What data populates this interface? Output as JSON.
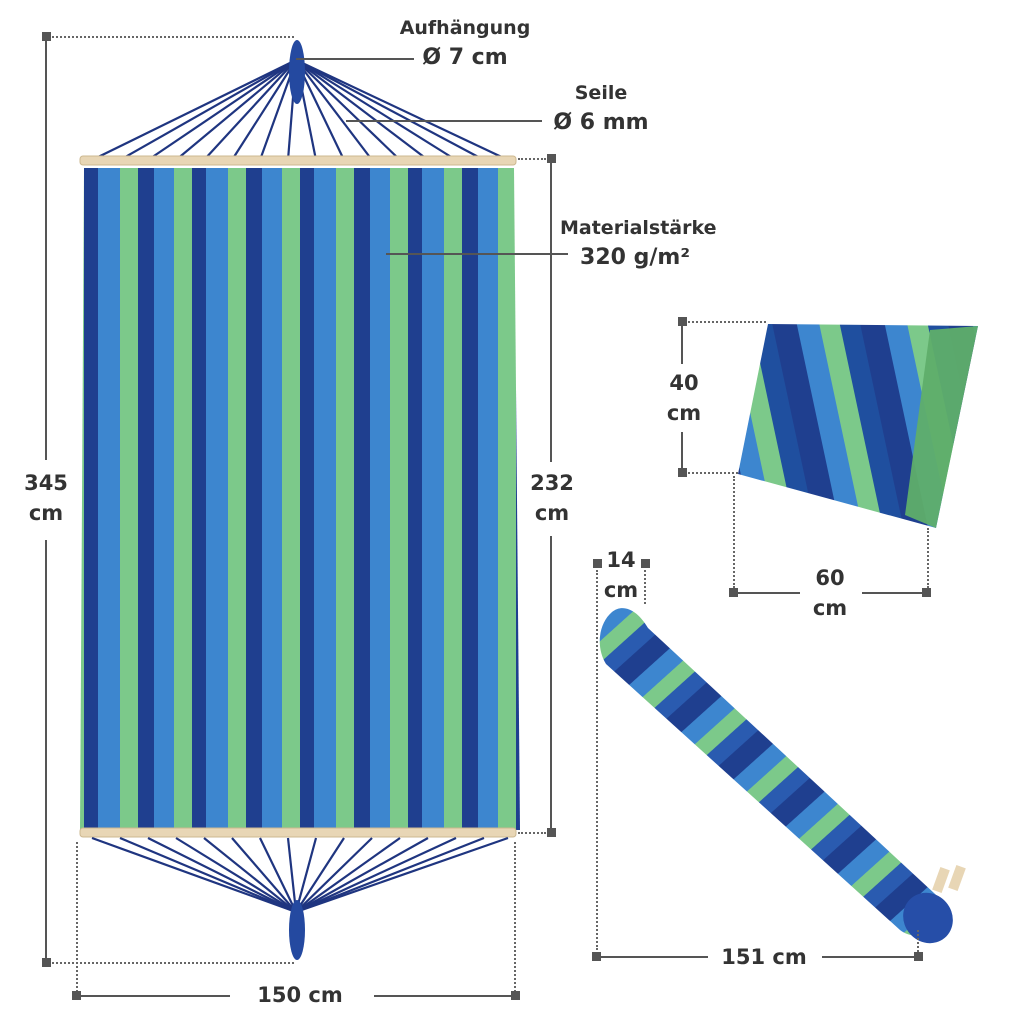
{
  "callouts": {
    "suspension": {
      "label": "Aufhängung",
      "value": "Ø 7 cm"
    },
    "ropes": {
      "label": "Seile",
      "value": "Ø 6 mm"
    },
    "material": {
      "label": "Materialstärke",
      "value": "320 g/m²"
    }
  },
  "hammock": {
    "total_length": {
      "value": "345",
      "unit": "cm"
    },
    "fabric_length": {
      "value": "232",
      "unit": "cm"
    },
    "width": {
      "value": "150 cm"
    }
  },
  "pillow": {
    "height": {
      "value": "40",
      "unit": "cm"
    },
    "width": {
      "value": "60",
      "unit": "cm"
    }
  },
  "rolled": {
    "diameter": {
      "value": "14",
      "unit": "cm"
    },
    "length": {
      "value": "151 cm"
    }
  },
  "colors": {
    "navy": "#1f3f8f",
    "blue": "#3d86cf",
    "green": "#7cc98a",
    "wood": "#e8d6b5",
    "dimension_line": "#555555"
  }
}
